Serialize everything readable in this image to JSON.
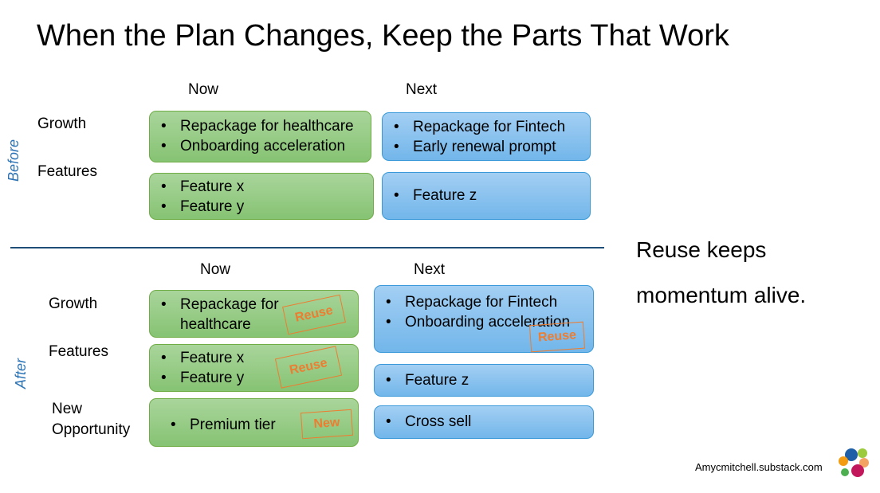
{
  "title": "When the Plan Changes, Keep the Parts That Work",
  "before": {
    "label": "Before",
    "now": "Now",
    "next": "Next",
    "rows": {
      "growth": "Growth",
      "features": "Features"
    },
    "growth_now": [
      "Repackage for healthcare",
      "Onboarding acceleration"
    ],
    "growth_next": [
      "Repackage for Fintech",
      "Early renewal prompt"
    ],
    "features_now": [
      "Feature x",
      "Feature y"
    ],
    "features_next": [
      "Feature z"
    ]
  },
  "after": {
    "label": "After",
    "now": "Now",
    "next": "Next",
    "rows": {
      "growth": "Growth",
      "features": "Features",
      "new_line1": "New",
      "new_line2": "Opportunity"
    },
    "growth_now": [
      "Repackage for healthcare"
    ],
    "growth_now_lines": [
      "Repackage for",
      "healthcare"
    ],
    "features_now": [
      "Feature x",
      "Feature y"
    ],
    "new_now": [
      "Premium tier"
    ],
    "growth_next": [
      "Repackage for Fintech",
      "Onboarding acceleration"
    ],
    "features_next": [
      "Feature z"
    ],
    "new_next": [
      "Cross sell"
    ],
    "stamps": {
      "reuse": "Reuse",
      "new": "New"
    }
  },
  "message": {
    "line1": "Reuse keeps",
    "line2": "momentum alive."
  },
  "footer": "Amycmitchell.substack.com",
  "colors": {
    "green": "#86c373",
    "blue": "#72b6ea",
    "stamp": "#ed7d31",
    "divider": "#1f4e79"
  }
}
